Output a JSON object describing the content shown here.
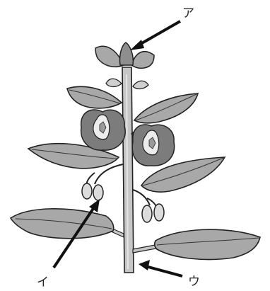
{
  "labels": {
    "a": "ア",
    "i": "イ",
    "u": "ウ"
  },
  "colors": {
    "leaf": "#a4a4a4",
    "leaf_dark": "#8a8a8a",
    "stem": "#c4c4c4",
    "flower": "#7a7a7a",
    "flower_center": "#e9e9e9",
    "bud": "#dcdcdc",
    "outline": "#222222"
  }
}
